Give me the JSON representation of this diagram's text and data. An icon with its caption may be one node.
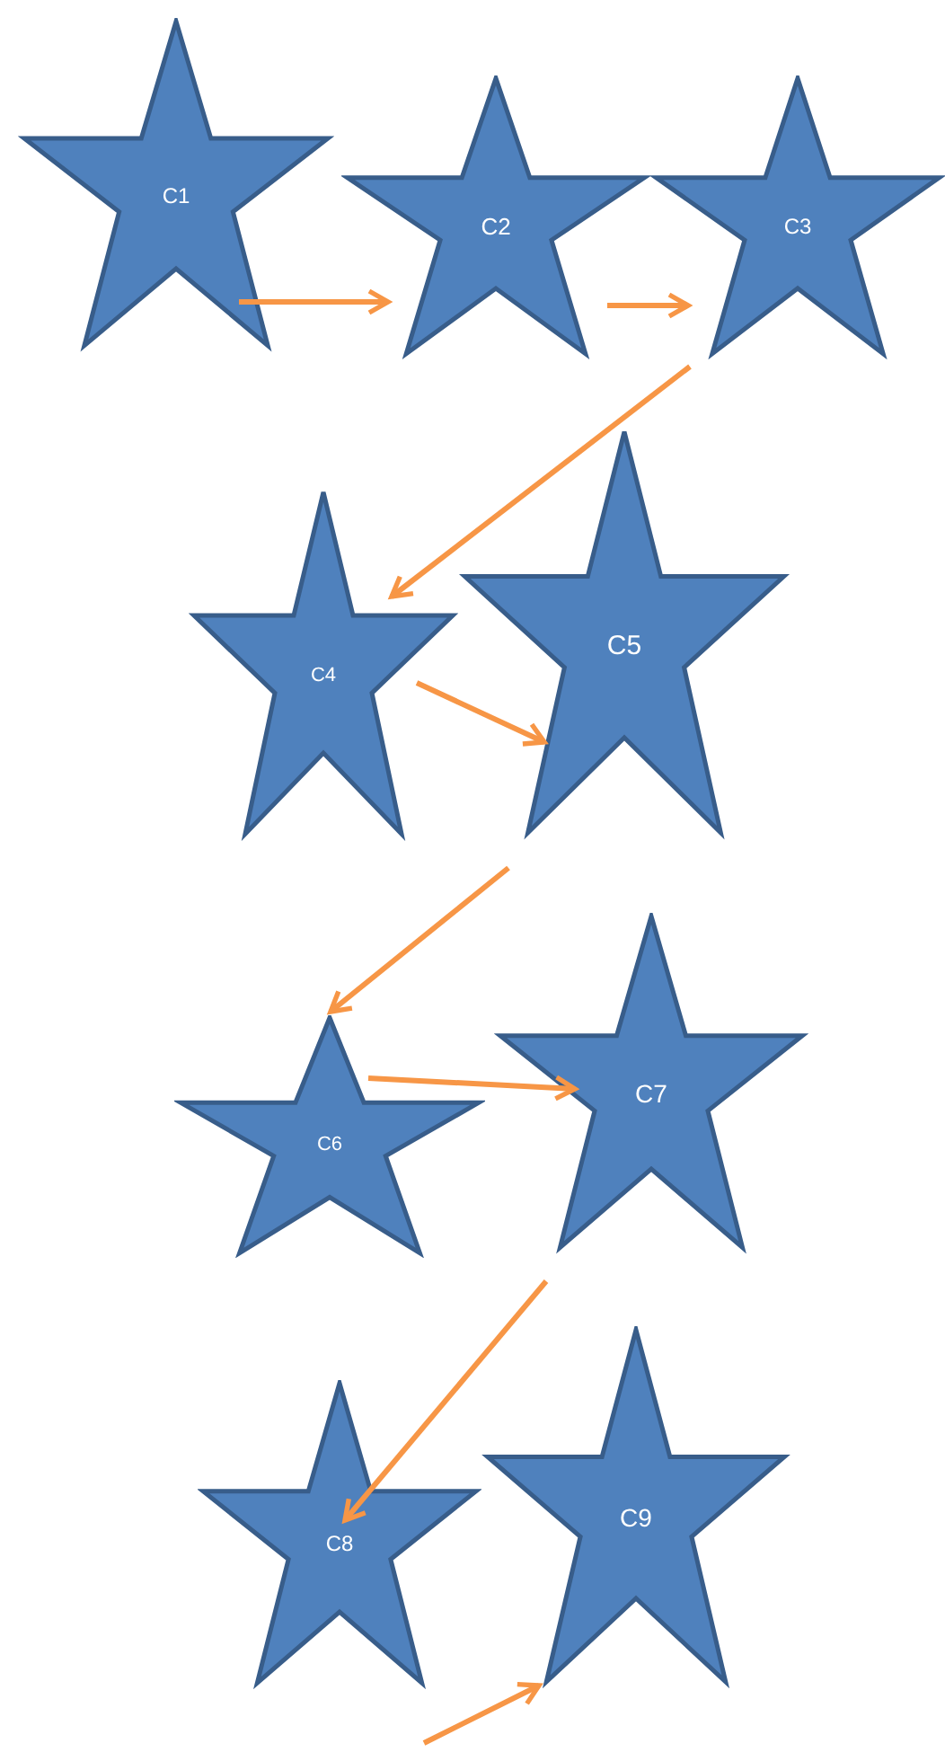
{
  "diagram": {
    "nodes": [
      {
        "text": [
          "C1"
        ]
      },
      {
        "text": [
          "C2"
        ]
      },
      {
        "text": [
          "C3"
        ]
      },
      {
        "text": [
          "C4"
        ]
      },
      {
        "text": [
          "C5"
        ]
      },
      {
        "text": [
          "C6"
        ]
      },
      {
        "text": [
          "C7"
        ]
      },
      {
        "text": [
          "C8"
        ]
      },
      {
        "text": [
          "C9"
        ]
      }
    ],
    "edges": [
      {
        "from": 0,
        "to": 1,
        "arrow": "to"
      },
      {
        "from": 1,
        "to": 2,
        "arrow": "to"
      },
      {
        "from": 2,
        "to": 3,
        "arrow": "to"
      },
      {
        "from": 3,
        "to": 4,
        "arrow": "to"
      },
      {
        "from": 4,
        "to": 5,
        "arrow": "to"
      },
      {
        "from": 5,
        "to": 6,
        "arrow": "to"
      },
      {
        "from": 6,
        "to": 7,
        "arrow": "to"
      },
      {
        "from": null,
        "to": 8,
        "arrow": "to"
      }
    ]
  }
}
